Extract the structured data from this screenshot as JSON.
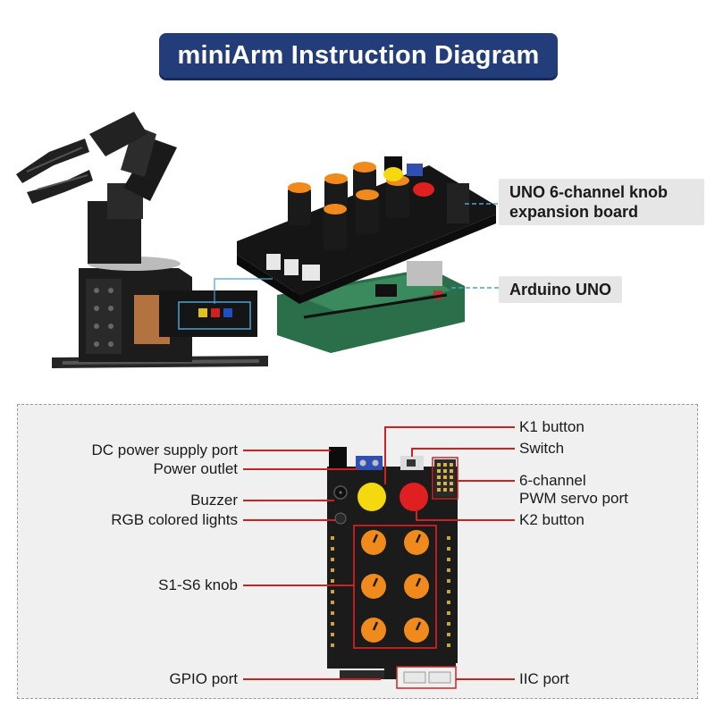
{
  "title": "miniArm Instruction Diagram",
  "callouts": {
    "expansion_board_line1": "UNO 6-channel  knob",
    "expansion_board_line2": "expansion board",
    "arduino": "Arduino UNO"
  },
  "labels": {
    "dc_power": "DC power supply port",
    "power_outlet": "Power outlet",
    "buzzer": "Buzzer",
    "rgb": "RGB colored lights",
    "knobs": "S1-S6 knob",
    "gpio": "GPIO port",
    "k1": "K1 button",
    "switch": "Switch",
    "pwm_line1": "6-channel",
    "pwm_line2": "PWM servo port",
    "k2": "K2 button",
    "iic": "IIC port"
  },
  "colors": {
    "banner": "#223d7a",
    "leader_line": "#d22020",
    "callout_line": "#4aa3d6",
    "knob": "#f08a1c",
    "k1_button": "#f5d90f",
    "k2_button": "#e02020",
    "pcb": "#1b1b1b"
  }
}
